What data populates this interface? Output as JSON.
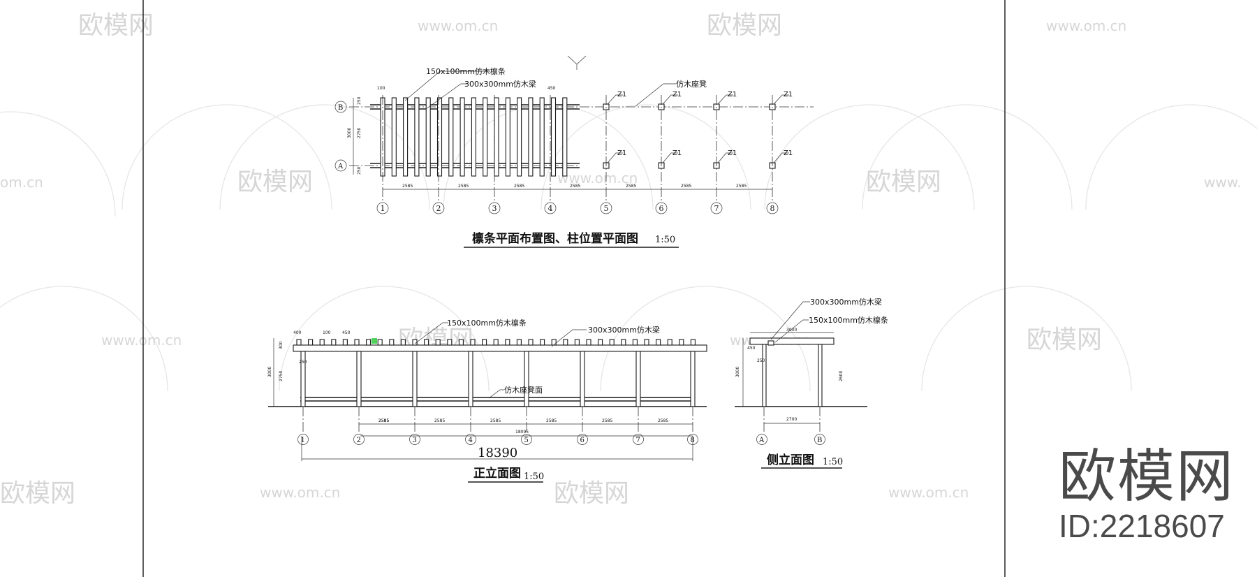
{
  "watermarks": {
    "logo_text": "欧模网",
    "url_text": "www.om.cn",
    "url_fragment": "om.cn",
    "url_prefix": "www.",
    "logo_fragment": "欧模网"
  },
  "plan": {
    "title": "檩条平面布置图、柱位置平面图",
    "scale": "1:50",
    "callouts": {
      "purlin": "150x100mm仿木檩条",
      "beam": "300x300mm仿木梁",
      "seat_beam": "仿木座凳"
    },
    "column_tag": "Z1",
    "axes_numbers": [
      "1",
      "2",
      "3",
      "4",
      "5",
      "6",
      "7",
      "8"
    ],
    "axes_letters": [
      "A",
      "B"
    ],
    "spans": [
      "2585",
      "2585",
      "2585",
      "2585",
      "2585",
      "2585",
      "2585"
    ],
    "left_dims": [
      "3000",
      "2750",
      "250",
      "250"
    ],
    "top_dims": [
      "100",
      "450"
    ]
  },
  "front": {
    "title": "正立面图",
    "scale": "1:50",
    "callouts": {
      "purlin": "150x100mm仿木檩条",
      "beam": "300x300mm仿木梁",
      "seat_face": "仿木座凳面"
    },
    "total_length": "18390",
    "overall_dim": "18095",
    "spans": [
      "2585",
      "2585",
      "2585",
      "2585",
      "2585",
      "2585",
      "2585"
    ],
    "top_dims": [
      "400",
      "100",
      "450"
    ],
    "left_dims": [
      "3000",
      "2750",
      "300",
      "250"
    ],
    "axes_numbers": [
      "1",
      "2",
      "3",
      "4",
      "5",
      "6",
      "7",
      "8"
    ]
  },
  "side": {
    "title": "侧立面图",
    "scale": "1:50",
    "callouts": {
      "beam": "300x300mm仿木梁",
      "purlin": "150x100mm仿木檩条"
    },
    "top_dim": "3000",
    "bottom_dim": "2700",
    "height_dims": [
      "3000",
      "2600",
      "450",
      "250"
    ],
    "axes_letters": [
      "A",
      "B"
    ]
  },
  "brand": {
    "name": "欧模网",
    "id_text": "ID:2218607"
  }
}
